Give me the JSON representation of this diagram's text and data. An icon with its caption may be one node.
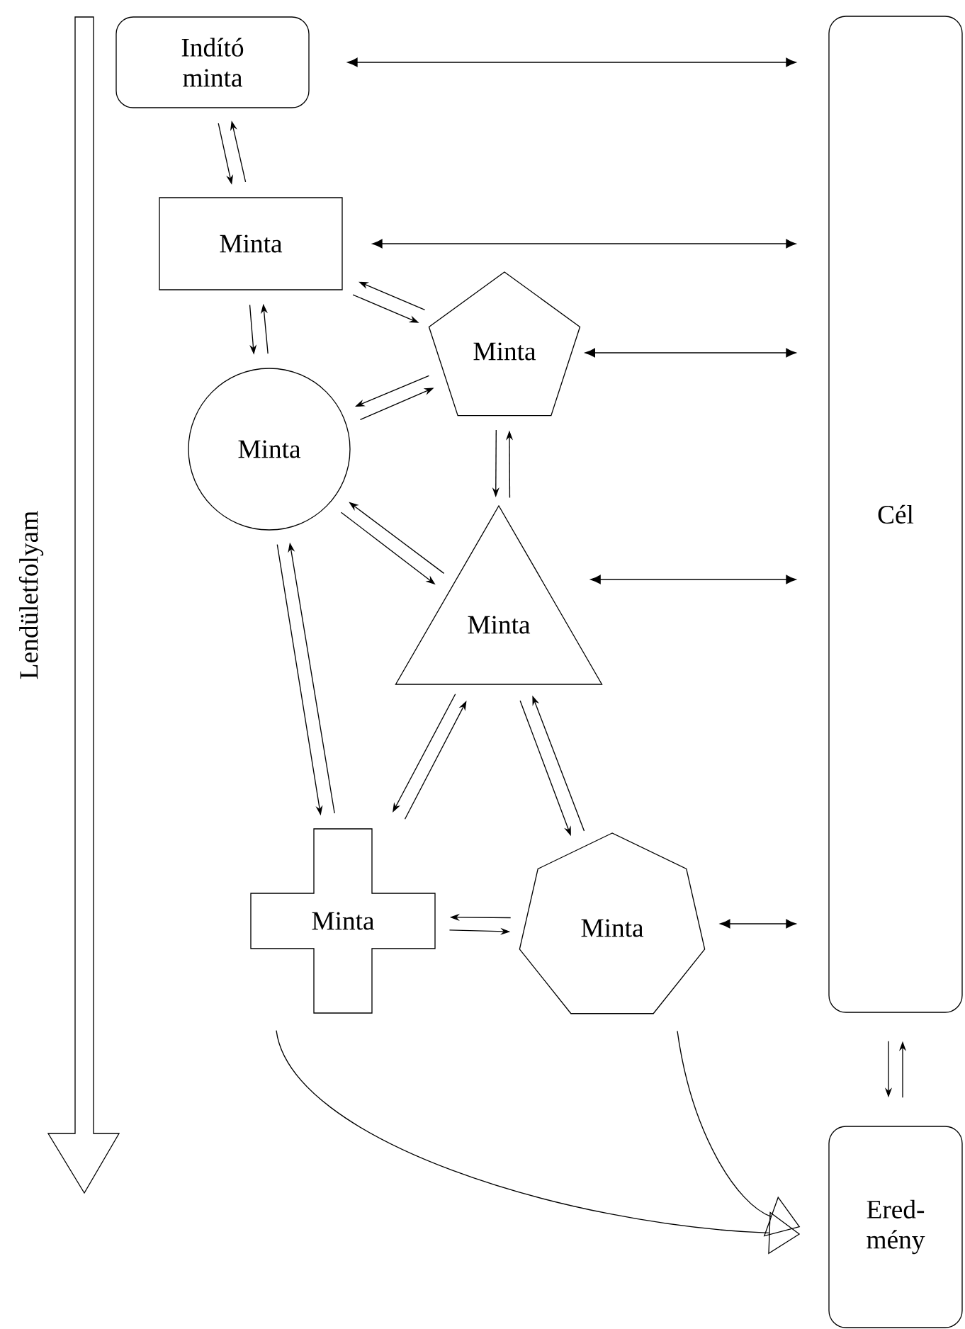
{
  "diagram": {
    "nodes": [
      {
        "text": [
          "Indító minta"
        ]
      },
      {
        "text": [
          "Minta"
        ]
      },
      {
        "text": [
          "Minta"
        ]
      },
      {
        "text": [
          "Minta"
        ]
      },
      {
        "text": [
          "Minta"
        ]
      },
      {
        "text": [
          "Minta"
        ]
      },
      {
        "text": [
          "Minta"
        ]
      },
      {
        "text": [
          "Cél"
        ]
      },
      {
        "text": [
          "Ered- mény"
        ]
      }
    ],
    "edges": [
      {
        "from": 0,
        "to": 7,
        "arrow": "both"
      },
      {
        "from": 0,
        "to": 1,
        "arrow": "to"
      },
      {
        "from": 1,
        "to": 0,
        "arrow": "to"
      },
      {
        "from": 1,
        "to": 7,
        "arrow": "both"
      },
      {
        "from": 1,
        "to": 3,
        "arrow": "to"
      },
      {
        "from": 3,
        "to": 1,
        "arrow": "to"
      },
      {
        "from": 1,
        "to": 2,
        "arrow": "to"
      },
      {
        "from": 2,
        "to": 1,
        "arrow": "to"
      },
      {
        "from": 2,
        "to": 7,
        "arrow": "both"
      },
      {
        "from": 2,
        "to": 3,
        "arrow": "to"
      },
      {
        "from": 3,
        "to": 2,
        "arrow": "to"
      },
      {
        "from": 2,
        "to": 4,
        "arrow": "to"
      },
      {
        "from": 4,
        "to": 2,
        "arrow": "to"
      },
      {
        "from": 3,
        "to": 4,
        "arrow": "to"
      },
      {
        "from": 4,
        "to": 3,
        "arrow": "to"
      },
      {
        "from": 4,
        "to": 7,
        "arrow": "both"
      },
      {
        "from": 3,
        "to": 5,
        "arrow": "to"
      },
      {
        "from": 5,
        "to": 3,
        "arrow": "to"
      },
      {
        "from": 4,
        "to": 5,
        "arrow": "to"
      },
      {
        "from": 5,
        "to": 4,
        "arrow": "to"
      },
      {
        "from": 4,
        "to": 6,
        "arrow": "to"
      },
      {
        "from": 6,
        "to": 4,
        "arrow": "to"
      },
      {
        "from": 5,
        "to": 6,
        "arrow": "to"
      },
      {
        "from": 6,
        "to": 5,
        "arrow": "to"
      },
      {
        "from": 6,
        "to": 7,
        "arrow": "both"
      },
      {
        "from": 7,
        "to": 8,
        "arrow": "to"
      },
      {
        "from": 8,
        "to": 7,
        "arrow": "to"
      },
      {
        "from": 5,
        "to": 8,
        "arrow": "to"
      },
      {
        "from": 6,
        "to": 8,
        "arrow": "to"
      }
    ],
    "labels": [
      "Lendületfolyam"
    ]
  }
}
